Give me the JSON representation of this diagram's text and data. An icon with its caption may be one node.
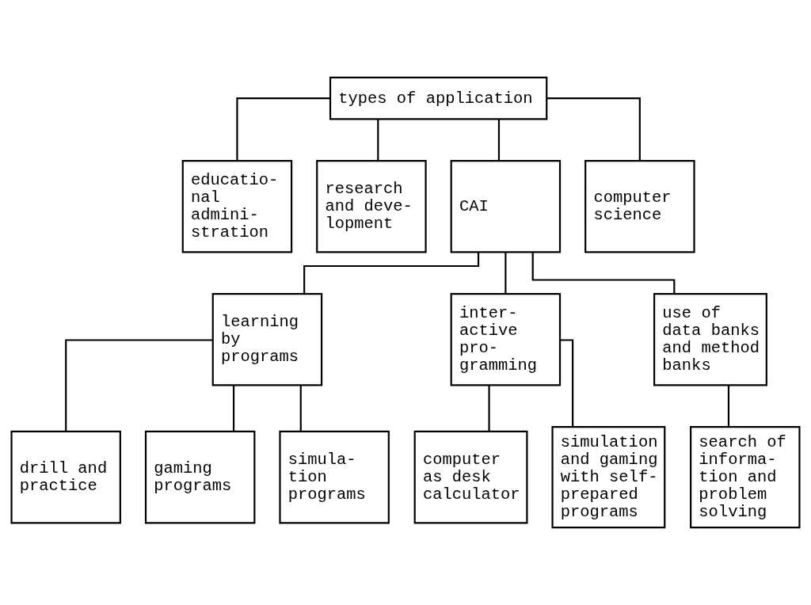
{
  "diagram": {
    "nodes": [
      {
        "text": [
          "types of application"
        ]
      },
      {
        "text": [
          "educatio- nal admini- stration"
        ]
      },
      {
        "text": [
          "research and deve- lopment"
        ]
      },
      {
        "text": [
          "CAI"
        ]
      },
      {
        "text": [
          "computer science"
        ]
      },
      {
        "text": [
          "learning by programs"
        ]
      },
      {
        "text": [
          "inter- active pro- gramming"
        ]
      },
      {
        "text": [
          "use of data banks and method banks"
        ]
      },
      {
        "text": [
          "drill and practice"
        ]
      },
      {
        "text": [
          "gaming programs"
        ]
      },
      {
        "text": [
          "simula- tion programs"
        ]
      },
      {
        "text": [
          "computer as desk calculator"
        ]
      },
      {
        "text": [
          "simulation and gaming with self- prepared programs"
        ]
      },
      {
        "text": [
          "search of informa- tion and problem solving"
        ]
      }
    ],
    "edges": [
      {
        "from": 0,
        "to": 1,
        "arrow": "none"
      },
      {
        "from": 0,
        "to": 2,
        "arrow": "none"
      },
      {
        "from": 0,
        "to": 3,
        "arrow": "none"
      },
      {
        "from": 0,
        "to": 4,
        "arrow": "none"
      },
      {
        "from": 3,
        "to": 5,
        "arrow": "none"
      },
      {
        "from": 3,
        "to": 6,
        "arrow": "none"
      },
      {
        "from": 3,
        "to": 7,
        "arrow": "none"
      },
      {
        "from": 5,
        "to": 8,
        "arrow": "none"
      },
      {
        "from": 5,
        "to": 9,
        "arrow": "none"
      },
      {
        "from": 5,
        "to": 10,
        "arrow": "none"
      },
      {
        "from": 6,
        "to": 11,
        "arrow": "none"
      },
      {
        "from": 6,
        "to": 12,
        "arrow": "none"
      },
      {
        "from": 7,
        "to": 13,
        "arrow": "none"
      }
    ]
  }
}
